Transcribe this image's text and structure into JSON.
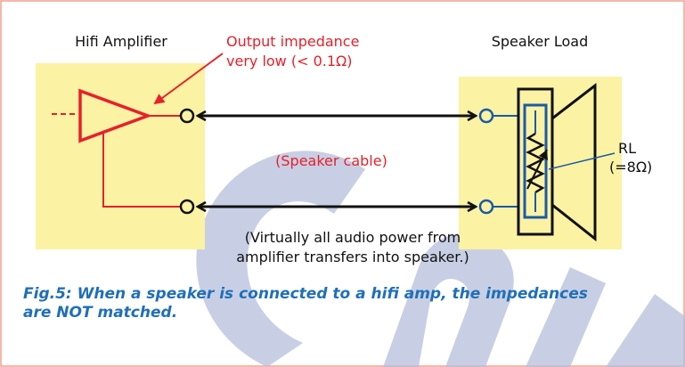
{
  "colors": {
    "frame": "#f2a090",
    "panel": "#fbf2a4",
    "amp_red": "#e8202a",
    "wire_blue": "#1a5aa8",
    "cable": "#111111",
    "caption": "#1f6fb8",
    "watermark": "#b6bfdc"
  },
  "amplifier": {
    "title": "Hifi Amplifier",
    "output_note_line1": "Output impedance",
    "output_note_line2": "very low (< 0.1Ω)"
  },
  "speaker": {
    "title": "Speaker Load",
    "resistor_label": "RL",
    "resistor_value": "(=8Ω)"
  },
  "cable": {
    "label": "(Speaker cable)"
  },
  "power_note": {
    "line1": "(Virtually all audio power from",
    "line2": "amplifier transfers into speaker.)"
  },
  "caption": {
    "line1": "Fig.5: When a speaker is connected to a hifi amp, the impedances",
    "line2": "are NOT matched."
  },
  "icons": [
    "amplifier-triangle-icon",
    "speaker-cone-icon",
    "variable-resistor-icon",
    "terminal-icon"
  ]
}
